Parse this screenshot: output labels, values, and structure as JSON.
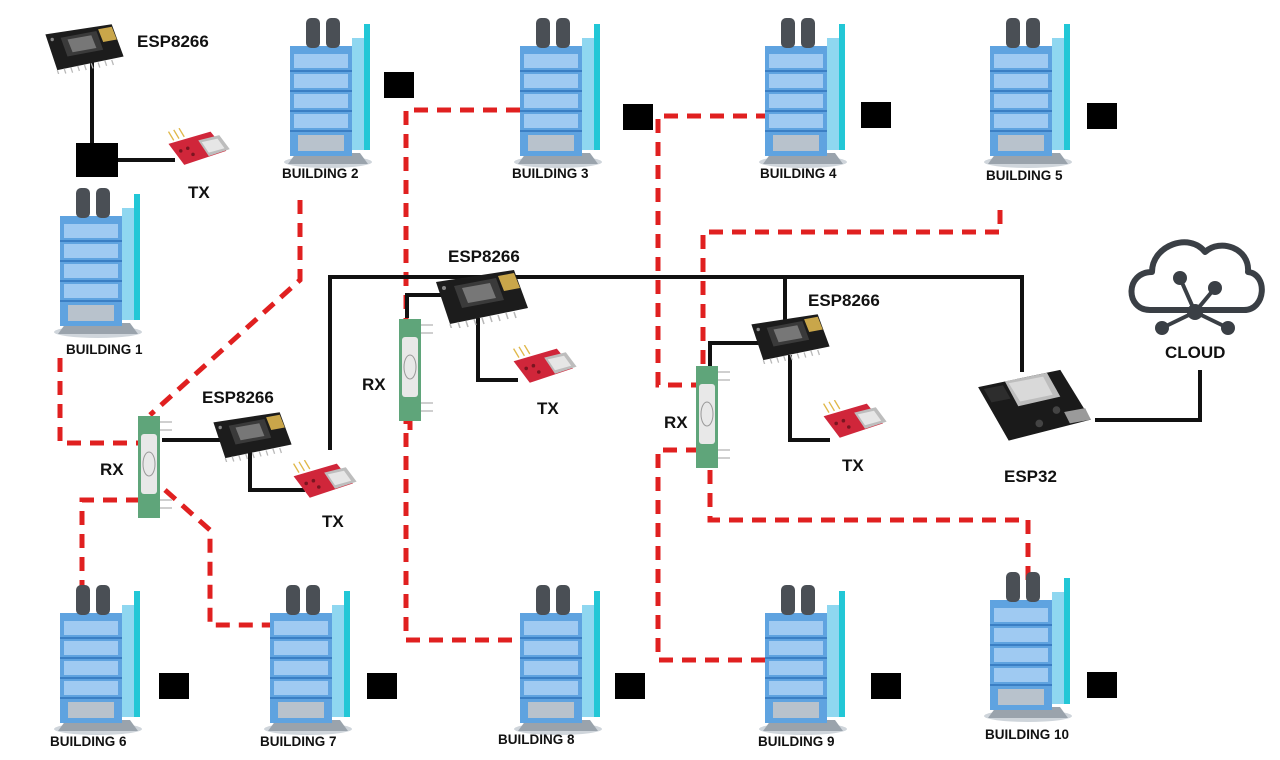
{
  "buildings": [
    {
      "id": "b1",
      "label": "BUILDING 1"
    },
    {
      "id": "b2",
      "label": "BUILDING 2"
    },
    {
      "id": "b3",
      "label": "BUILDING 3"
    },
    {
      "id": "b4",
      "label": "BUILDING 4"
    },
    {
      "id": "b5",
      "label": "BUILDING 5"
    },
    {
      "id": "b6",
      "label": "BUILDING 6"
    },
    {
      "id": "b7",
      "label": "BUILDING 7"
    },
    {
      "id": "b8",
      "label": "BUILDING 8"
    },
    {
      "id": "b9",
      "label": "BUILDING 9"
    },
    {
      "id": "b10",
      "label": "BUILDING 10"
    }
  ],
  "modules": {
    "esp8266": "ESP8266",
    "esp32": "ESP32",
    "tx": "TX",
    "rx": "RX",
    "cloud": "CLOUD"
  },
  "colors": {
    "wired_link": "#111111",
    "wireless_link": "#e02020",
    "building_glass": "#5fa3e0",
    "building_accent": "#22c7d6"
  }
}
